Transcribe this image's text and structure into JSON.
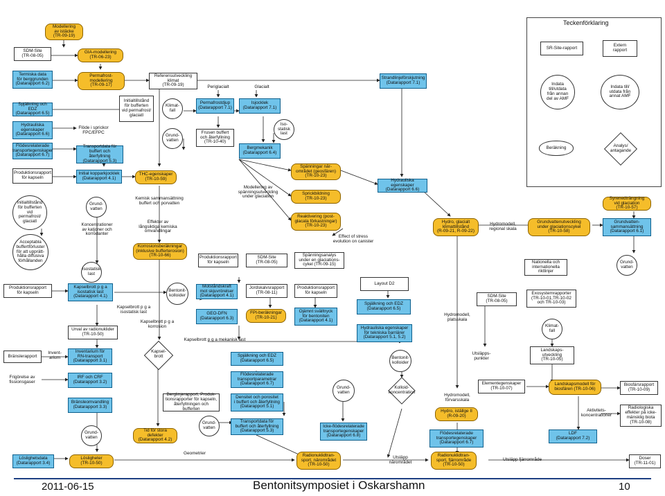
{
  "footer": {
    "date": "2011-06-15",
    "title": "Bentonitsymposiet i Oskarshamn",
    "page": "10"
  },
  "legend": {
    "title": "Teckenförklaring",
    "sr_site": "SR-Site-rapport",
    "extern": "Extern\nrapport",
    "indata_amf": "Indata\ntill/utdata\nfrån annan\ndel av AMF",
    "indata_annat": "Indata till/\nutdata från\nannat AMF",
    "berakning": "Beräkning",
    "analys": "Analys/\nantagande"
  },
  "nodes": {
    "modellering_istacke": "Modellering\nav istäcke\n(TR-09-19)",
    "sdm_site_1": "SDM-Site\n(TR-08-05)",
    "gia": "GIA-modellering\n(TR-06-23)",
    "termiska": "Termiska data\nför berggrunden\n(Datarapport 6.2)",
    "permafrost_modell": "Permafrost-\nmodellering\n(TR-09-17)",
    "referens_klimat": "Referensutveckling\nklimat\n(TR-09-19)",
    "periglacialt": "Periglacialt",
    "glacialt": "Glacialt",
    "strandlinje": "Strandlinjeförskjutning\n(Datarapport 7.1)",
    "spjalkning_1": "Spjälkning och EDZ\n(Datarapport 6.5)",
    "initial_permafrost": "Initialtillstånd\nför bufferten\nvid permafrost/\nglaciatl",
    "klimatfall_1": "Klimat-\nfall",
    "permafrostdjup": "Permafrostdjup\n(Datarapport 7.1)",
    "isjocklek": "Isjocklek\n(Datarapport 7.1)",
    "hydrauliska_1": "Hydrauliska\negenskaper\n(Datarapport 6.6)",
    "flode_sprickor": "Flöde i sprickor\nFPC/EFPC",
    "grundvatten_1": "Grund-\nvatten",
    "frusen": "Frusen buffert\noch återfyllning\n(TR-10-40)",
    "isostatisk_1": "Iso-\nstatisk\nlast",
    "flodesrelaterade_1": "Flödesrelaterade\ntransportegenskaper\n(Datarapport 6.7)",
    "transportdata_1": "Transportdata för\nbuffert och återfyllning\n(Datarapport 5.3)",
    "bergmekanik": "Bergmekanik\n(Datarapport 6.4)",
    "produktion_1": "Produktionsrapport\nför kapseln",
    "initial_koppar": "Initial kopparkjocklek\n(Datarapport 4.1)",
    "thc": "THC-egenskaper\n(TR-10-59)",
    "spanningar": "Spänningar när-\nområdet (geosfären)\n(TR-10-23)",
    "hydrauliska_2": "Hydrauliska egenskaper\n(Datarapport 6.6)",
    "modellering_spanning": "Modellering av\nspänningsutveckling\nunder glaciation",
    "sprickbildning": "Sprickbildning\n(TR-10-23)",
    "initial_buffert": "Initialtillstånd\nför bufferten vid\npermafrost/\nglaciatl",
    "grundvatten_2": "Grund-\nvatten",
    "kemisk": "Kemisk sammansättning\nbuffert och porvatten",
    "reaktivering": "Reaktivering (post-\nglacala förkastningar)\n(TR-10-23)",
    "syrenedtrangning": "Syrenedträngning\nvid glaciation\n(TR-10-57)",
    "koncentrationer": "Koncentrationer\nav katjoner och\nkorrodanter",
    "effekter": "Effekter av\nlångsiktiga kemiska\nomvandlingar",
    "effect_stress": "Effect of stress\nevolution on canister",
    "hydro_glacialt": "Hydro, glacialt\nklimattillstånd\n(R-09-21, R-09-22)",
    "hydromodell_regional": "Hydromodell,\nregional skala",
    "grundvattenutveckling": "Grundvattenutveckling\nunder glaciationscykel\n(TR-10-58)",
    "grundvatten_samm": "Grundvatten-\nsammansättning\n(Datarapport 6.1)",
    "acceptabla": "Acceptabla\nbuffertförluster\nför att upprätt-\nhålla diffusiva\nförhållanden",
    "korrosion": "Korrosionsberäkningar\n(inklusive bufferterosion)\n(TR-10-66)",
    "produktion_2": "Produktionsrapport\nför kapseln",
    "sdm_site_2": "SDM-Site\n(TR-08-05)",
    "spanningsanalys": "Spänningsanalys\nunder en glaciations-\ncykel (TR-09-15)",
    "nationella": "Nationella och\ninternationella\nriktlinjer",
    "grundvatten_3": "Grund-\nvatten",
    "isostatisk_2": "Isostatisk\nlast",
    "layout": "Layout D2",
    "produktion_3": "Produktionsrapport\nför kapseln",
    "kapselbrott_iso": "Kapselbrott p g a\nisostatisk last\n(Datarapport 4.1)",
    "bentonit_1": "Bentonit-\nkolloider",
    "motstand": "Motståndskraft\nmot skjuvrörelser\n(Datarapport 4.1)",
    "jordskalv": "Jordskalvsrapport\n(TR-08-11)",
    "produktion_4": "Produktionsrapport\nför kapseln",
    "spjalkning_2": "Spjälkning och EDZ\n(Datarapport 6.5)",
    "sdm_site_3": "SDM-Site\n(TR-08-05)",
    "exosystem": "Exosystemrapporter\n(TR-10-01,TR-10-02\noch TR-10-03)",
    "geo_dfn": "GEO-DFN\n(Datarapport 6.3)",
    "fpi": "FPI-beräkningar\n(TR-10-21)",
    "ojamnt": "Ojämnt svälltryck\nför bentoniten\n(Datarapport 4.1)",
    "kapselbrott_label": "Kapselbrott p g a\nisostatisk last",
    "hydromodell_plats": "Hydromodell,\nplatsskala",
    "hydrauliska_3": "Hydrauliska egenskaper\nför tekniska barriärer\n(Datarapport 5.1, 5.2)",
    "kapselbrott_korrosion": "Kapselbrott p g a\nkorrosion",
    "klimatfall_2": "Klimat-\nfall",
    "urval": "Urval av radionuklider\n(TR-10-50)",
    "kapselbrott_mekanisk": "Kapselbrott p g a mekanisk last",
    "branslerapport": "Bränslerapport",
    "inventarium_label": "Invent-\narium",
    "inventarium": "Inventarium för\nRN-transport\n(Datarapport 3.1)",
    "kapsel_brott": "Kapsel-\nbrott",
    "spjalkning_3": "Spjälkning och EDZ\n(Datarapport 6.5)",
    "bentonit_2": "Bentonit-\nkolloider",
    "utslapp_punkter": "Utsläpps-\npunkter",
    "landskaps": "Landskaps-\nutveckling\n(TR-10-05)",
    "frigorelse": "Frigörelse av\nfissionsgaser",
    "irf": "IRF och CRF\n(Datarapport 3.2)",
    "flodesrelaterade_2": "Flödesrelaterade\ntransportparametrar\n(Datarapport 6.7)",
    "grundvatten_4": "Grund-\nvatten",
    "kolloid": "Kolloid-\nkoncentration",
    "elementegenskaper": "Elementegenskaper\n(TR-10-07)",
    "landskapsmodell": "Landskapsmodell för\nbiosfären (TR-10-06)",
    "biosfar": "Biosfärsrapport\n(TR-10-09)",
    "bransleomvandling": "Bränsleomvandling\n(Datarapport 3.3)",
    "berglinje": "Berglinjerapport, Produk-\ntionsrapporter för kapseln,\nåterfyllningen och bufferten",
    "densitet": "Densitet och porositet\ni buffert och återfyllning\n(Datarapport 5.1)",
    "hydromodell_forv": "Hydromodell,\nförvarsskala",
    "aktivitets": "Aktivitets-\nkoncentrationer",
    "radiologiska": "Radiologiska\neffekter på icke-\nmänsklig biota\n(TR-10-08)",
    "grundvatten_5": "Grund-\nvatten",
    "tid_defekter": "Tid för stora defekter\n(Datarapport 4.2)",
    "grundvatten_6": "Grund-\nvatten",
    "transportdata_2": "Transportdata för\nbuffert och återfyllning\n(Datarapport 5.3)",
    "icke_flodes": "Icke-flödesrelaterade\ntransportegenskaper\n(Datarapport 6.8)",
    "hydro_istage": "Hydro, iställge II\n(R-09-20)",
    "flodesrelaterade_3": "Flödesrelaterade\ntransportegenskaper\n(Datarapport 6.7)",
    "ldf": "LDF\n(Datarapport 7.2)",
    "geometrier": "Geometrier",
    "loslighetsdata": "Löslighetsdata\n(Datarapport 3.4)",
    "losligheter": "Lösligheter\n(TR-10-50)",
    "radionuklid_nara": "Radionuklidtran-\nsport, närområdet\n(TR-10-50)",
    "utslapp_nar": "Utsläpp\nnärområdet",
    "radionuklid_fjarr": "Radionuklidtran-\nsport, fjärrområde\n(TR-10-50)",
    "utslapp_fjarr": "Utsläpp fjärrområde",
    "doser": "Doser\n(TR-11-01)"
  }
}
